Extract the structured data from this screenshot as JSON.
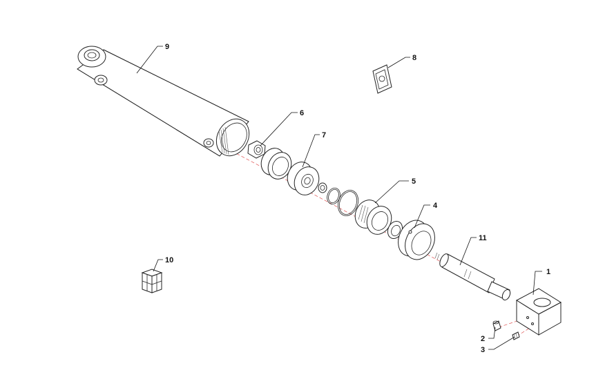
{
  "callouts": {
    "c1": "1",
    "c2": "2",
    "c3": "3",
    "c4": "4",
    "c5": "5",
    "c6": "6",
    "c7": "7",
    "c8": "8",
    "c9": "9",
    "c10": "10",
    "c11": "11"
  },
  "colors": {
    "line": "#222222",
    "centerline": "#e05050",
    "background": "#ffffff"
  }
}
